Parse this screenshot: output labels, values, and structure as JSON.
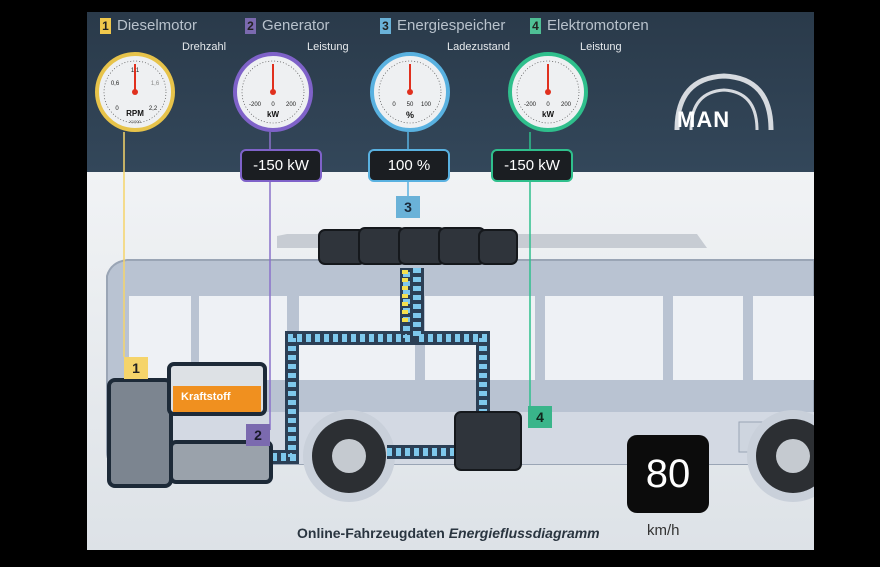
{
  "gauges": [
    {
      "number": "1",
      "title": "Dieselmotor",
      "subtitle": "Drehzahl",
      "unit": "RPM",
      "scale_labels": [
        "0",
        "0,6",
        "1,1",
        "1,6",
        "2,2"
      ],
      "small_label": "X1000",
      "badge_color": "#f0c84c",
      "ring_color": "#e7c34a",
      "needle_fraction": 0.5
    },
    {
      "number": "2",
      "title": "Generator",
      "subtitle": "Leistung",
      "unit": "kW",
      "scale_labels": [
        "-200",
        "0",
        "200"
      ],
      "small_label": "",
      "badge_color": "#7b6aaf",
      "ring_color": "#7f62c9",
      "needle_fraction": 0.5
    },
    {
      "number": "3",
      "title": "Energiespeicher",
      "subtitle": "Ladezustand",
      "unit": "%",
      "scale_labels": [
        "0",
        "50",
        "100"
      ],
      "small_label": "",
      "badge_color": "#6ab2d8",
      "ring_color": "#59b1e0",
      "needle_fraction": 0.5
    },
    {
      "number": "4",
      "title": "Elektromotoren",
      "subtitle": "Leistung",
      "unit": "kW",
      "scale_labels": [
        "-200",
        "0",
        "200"
      ],
      "small_label": "",
      "badge_color": "#4fbf95",
      "ring_color": "#2fbf8c",
      "needle_fraction": 0.5
    }
  ],
  "readouts": [
    {
      "value": "-150 kW",
      "border_color": "#7f62c9"
    },
    {
      "value": "100 %",
      "border_color": "#59b1e0"
    },
    {
      "value": "-150 kW",
      "border_color": "#2fbf8c"
    }
  ],
  "markers": [
    {
      "label": "1",
      "color": "#f5d46a"
    },
    {
      "label": "2",
      "color": "#7b6aaf"
    },
    {
      "label": "3",
      "color": "#6ab2d8"
    },
    {
      "label": "4",
      "color": "#39b58a"
    }
  ],
  "fuel_tank_label": "Kraftstoff",
  "logo_text": "MAN",
  "speed": {
    "value": "80",
    "unit": "km/h"
  },
  "caption": {
    "plain": "Online-Fahrzeugdaten",
    "italic": "Energieflussdiagramm"
  }
}
